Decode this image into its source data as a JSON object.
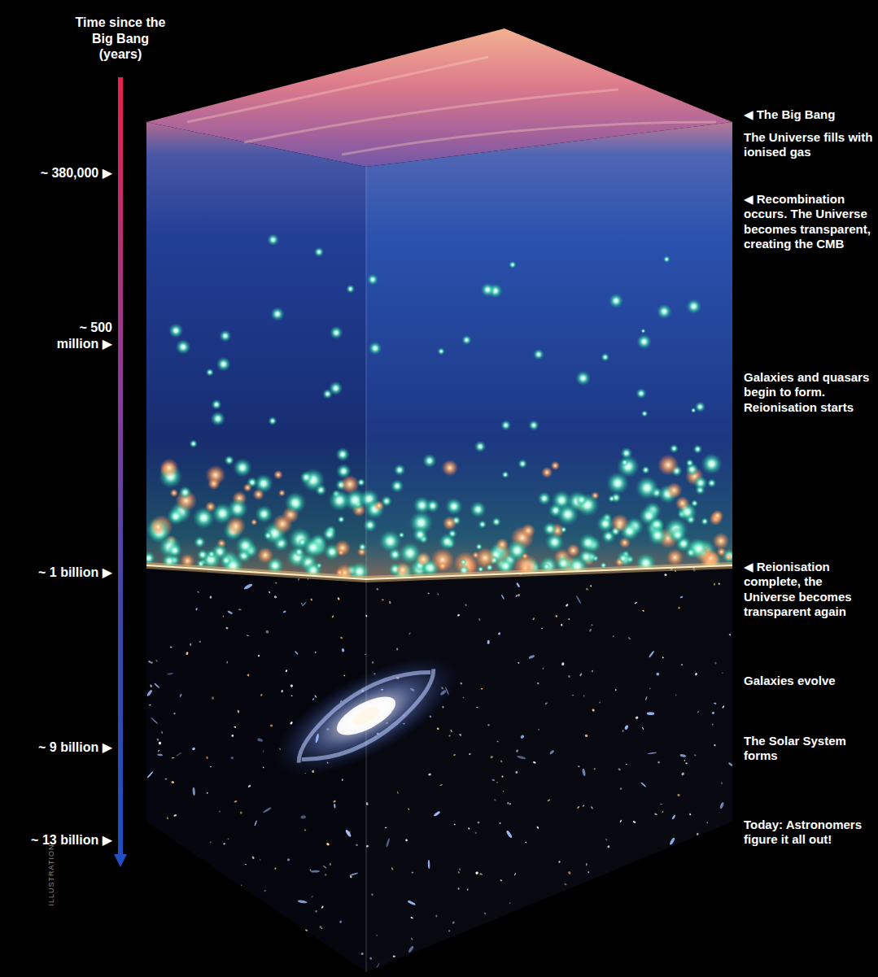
{
  "diagram": {
    "labels": [
      "Time since the Big Bang (years)",
      "~ 380,000 ▶",
      "~ 500 million ▶",
      "~ 1 billion ▶",
      "~ 9 billion ▶",
      "~ 13 billion ▶",
      "◀ The Big Bang",
      "The Universe fills with ionised gas",
      "◀ Recombination occurs. The Universe becomes transparent, creating the CMB",
      "Galaxies and quasars begin to form. Reionisation starts",
      "◀ Reionisation complete, the Universe becomes transparent again",
      "Galaxies evolve",
      "The Solar System forms",
      "Today: Astronomers figure it all out!",
      "ILLUSTRATION"
    ]
  }
}
